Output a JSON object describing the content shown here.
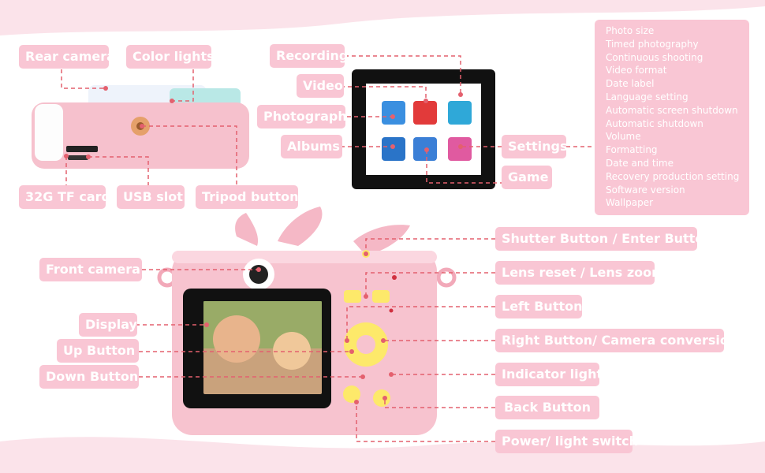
{
  "labels": {
    "rear_camera": "Rear camera",
    "color_lights": "Color lights",
    "tf_card": "32G TF card",
    "usb_slot": "USB slot",
    "tripod_button": "Tripod button",
    "recording": "Recording",
    "video": "Video",
    "photograph": "Photograph",
    "albums": "Albums",
    "settings": "Settings",
    "game": "Game",
    "front_camera": "Front camera",
    "display": "Display",
    "up_button": "Up Button",
    "down_button": "Down Button",
    "shutter_button": "Shutter Button / Enter Button",
    "lens_reset": "Lens reset / Lens zoom",
    "left_button": "Left Button",
    "right_button": "Right Button/ Camera conversion",
    "indicator_light": "Indicator light",
    "back_button": "Back Button",
    "power_switch": "Power/ light switch"
  },
  "settings_list": [
    "Photo size",
    "Timed photography",
    "Continuous shooting",
    "Video format",
    "Date label",
    "Language setting",
    "Automatic screen shutdown",
    "Automatic shutdown",
    "Volume",
    "Formatting",
    "Date and time",
    "Recovery production setting",
    "Software version",
    "Wallpaper"
  ],
  "colors": {
    "label_bg": "#f9c6d4",
    "leader_line": "#e4606e",
    "camera_pink": "#f7c3cf",
    "button_yellow": "#fde96a"
  }
}
